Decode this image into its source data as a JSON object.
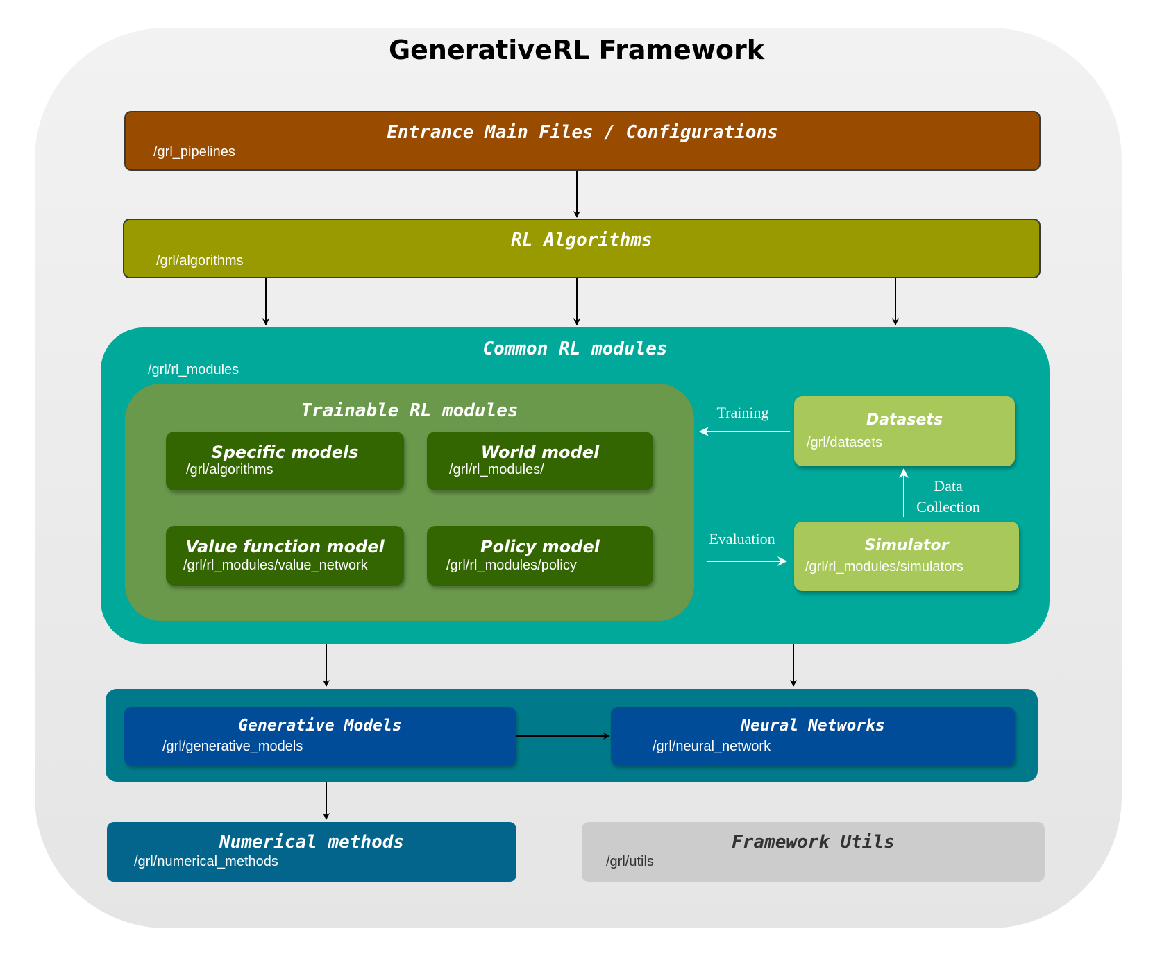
{
  "title": "GenerativeRL  Framework",
  "entrance": {
    "heading": "Entrance Main Files / Configurations",
    "path": "/grl_pipelines"
  },
  "rl_algorithms": {
    "heading": "RL Algorithms",
    "path": "/grl/algorithms"
  },
  "common": {
    "heading": "Common RL modules",
    "path": "/grl/rl_modules",
    "trainable": {
      "heading": "Trainable RL modules",
      "specific": {
        "heading": "Specific models",
        "path": "/grl/algorithms"
      },
      "world": {
        "heading": "World model",
        "path": "/grl/rl_modules/"
      },
      "value": {
        "heading": "Value function model",
        "path": "/grl/rl_modules/value_network"
      },
      "policy": {
        "heading": "Policy model",
        "path": "/grl/rl_modules/policy"
      }
    },
    "datasets": {
      "heading": "Datasets",
      "path": "/grl/datasets"
    },
    "simulator": {
      "heading": "Simulator",
      "path": "/grl/rl_modules/simulators"
    },
    "labels": {
      "training": "Training",
      "evaluation": "Evaluation",
      "data_collection_1": "Data",
      "data_collection_2": "Collection"
    }
  },
  "generative": {
    "heading": "Generative Models",
    "path": "/grl/generative_models"
  },
  "neural": {
    "heading": "Neural Networks",
    "path": "/grl/neural_network"
  },
  "numerical": {
    "heading": "Numerical methods",
    "path": "/grl/numerical_methods"
  },
  "utils": {
    "heading": "Framework Utils",
    "path": "/grl/utils"
  },
  "colors": {
    "entrance": "#994c00",
    "rl_algorithms": "#999900",
    "common": "#00a99a",
    "trainable": "#6a994c",
    "inner_green": "#336600",
    "light_green": "#a8c95a",
    "bottom_panel": "#007a8a",
    "blue": "#004c99",
    "numerical": "#03648c",
    "utils": "#cccccc"
  }
}
